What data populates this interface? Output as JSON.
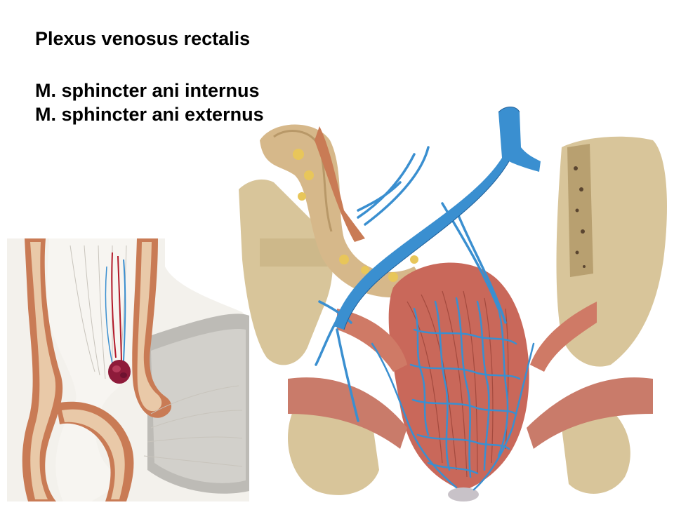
{
  "labels": {
    "line1": "Plexus venosus rectalis",
    "line2": "M. sphincter ani internus",
    "line3": "M. sphincter ani externus"
  },
  "colors": {
    "background": "#ffffff",
    "text": "#000000",
    "vein": "#3a8fd0",
    "vein_dark": "#1f5f99",
    "muscle": "#c9685a",
    "bone": "#d8c59a",
    "fat": "#e8c65a",
    "artery": "#b31a2a"
  },
  "images": {
    "left": "cross-section-anal-canal-illustration",
    "right": "pelvis-rectal-venous-plexus-illustration"
  }
}
